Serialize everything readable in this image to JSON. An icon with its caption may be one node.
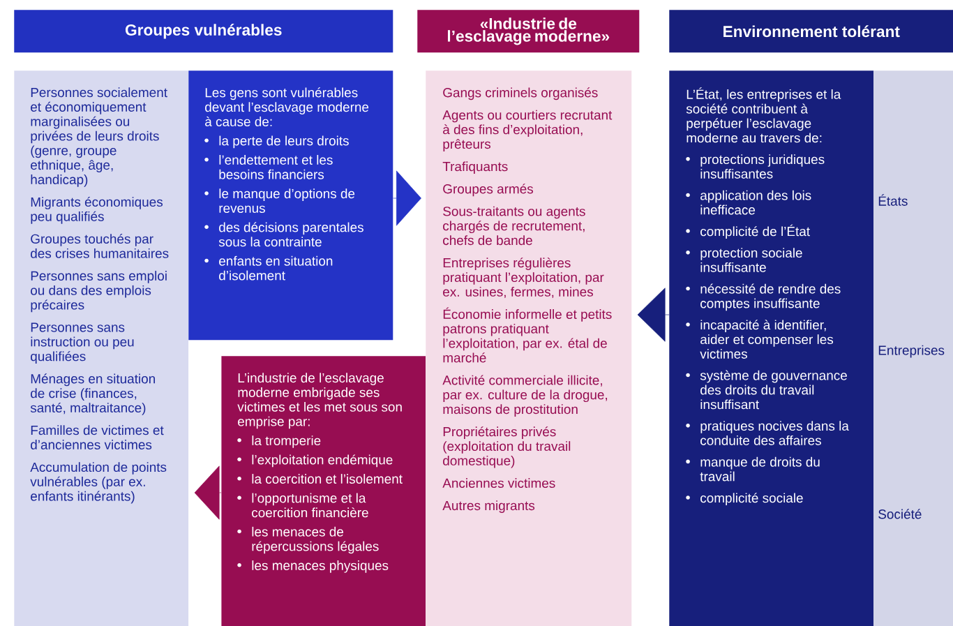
{
  "diagram": {
    "nodes": [
      {
        "text": [
          "Groupes vulnérables"
        ]
      },
      {
        "text": [
          "«Industrie de l’esclavage moderne»"
        ]
      },
      {
        "text": [
          "Environnement tolérant"
        ]
      },
      {
        "text": [
          "Personnes socialement et économiquement marginalisées ou privées de leurs droits (genre, groupe ethnique, âge, handicap)",
          "Migrants économiques peu qualifiés",
          "Groupes touchés par des crises humanitaires",
          "Personnes sans emploi ou dans des emplois précaires",
          "Personnes sans instruction ou peu qualifiées",
          "Ménages en situation de crise (finances, santé, maltraitance)",
          "Familles de victimes et d’anciennes victimes",
          "Accumulation de points vulnérables (par ex. enfants itinérants)"
        ]
      },
      {
        "text": [
          "Les gens sont vulnérables devant l’esclavage moderne à cause de:",
          "la perte de leurs droits",
          "l’endettement et les besoins financiers",
          "le manque d’options de revenus",
          "des décisions parentales sous la contrainte",
          "enfants en situation d’isolement"
        ]
      },
      {
        "text": [
          "L’industrie de l’esclavage moderne embrigade ses victimes et les met sous son emprise par:",
          "la tromperie",
          "l’exploitation endémique",
          "la coercition et l’isolement",
          "l’opportunisme et la coercition financière",
          "les menaces de répercussions légales",
          "les menaces physiques"
        ]
      },
      {
        "text": [
          "Gangs criminels organisés",
          "Agents ou courtiers recrutant à des fins d’exploitation, prêteurs",
          "Trafiquants",
          "Groupes armés",
          "Sous-traitants ou agents chargés de recrutement, chefs de bande",
          "Entreprises régulières pratiquant l’exploitation, par ex. usines, fermes, mines",
          "Économie informelle et petits patrons pratiquant l’exploitation, par ex. étal de marché",
          "Activité commerciale illicite, par ex. culture de la drogue, maisons de prostitution",
          "Propriétaires privés (exploitation du travail domestique)",
          "Anciennes victimes",
          "Autres migrants"
        ]
      },
      {
        "text": [
          "L’État, les entreprises et la société contribuent à perpétuer l’esclavage moderne au travers de:",
          "protections juridiques insuffisantes",
          "application des lois inefficace",
          "complicité de l’État",
          "protection sociale insuffisante",
          "nécessité de rendre des comptes insuffisante",
          "incapacité à identifier, aider et compenser les victimes",
          "système de gouvernance des droits du travail insuffisant",
          "pratiques nocives dans la conduite des affaires",
          "manque de droits du travail",
          "complicité sociale"
        ]
      },
      {
        "text": [
          "États",
          "Entreprises",
          "Société"
        ]
      }
    ],
    "edges": [
      {
        "from": 4,
        "to": 6,
        "arrow": "to",
        "color": "#2433c6"
      },
      {
        "from": 5,
        "to": 3,
        "arrow": "to",
        "color": "#970d52"
      },
      {
        "from": 7,
        "to": 6,
        "arrow": "to",
        "color": "#171f7c"
      }
    ]
  }
}
